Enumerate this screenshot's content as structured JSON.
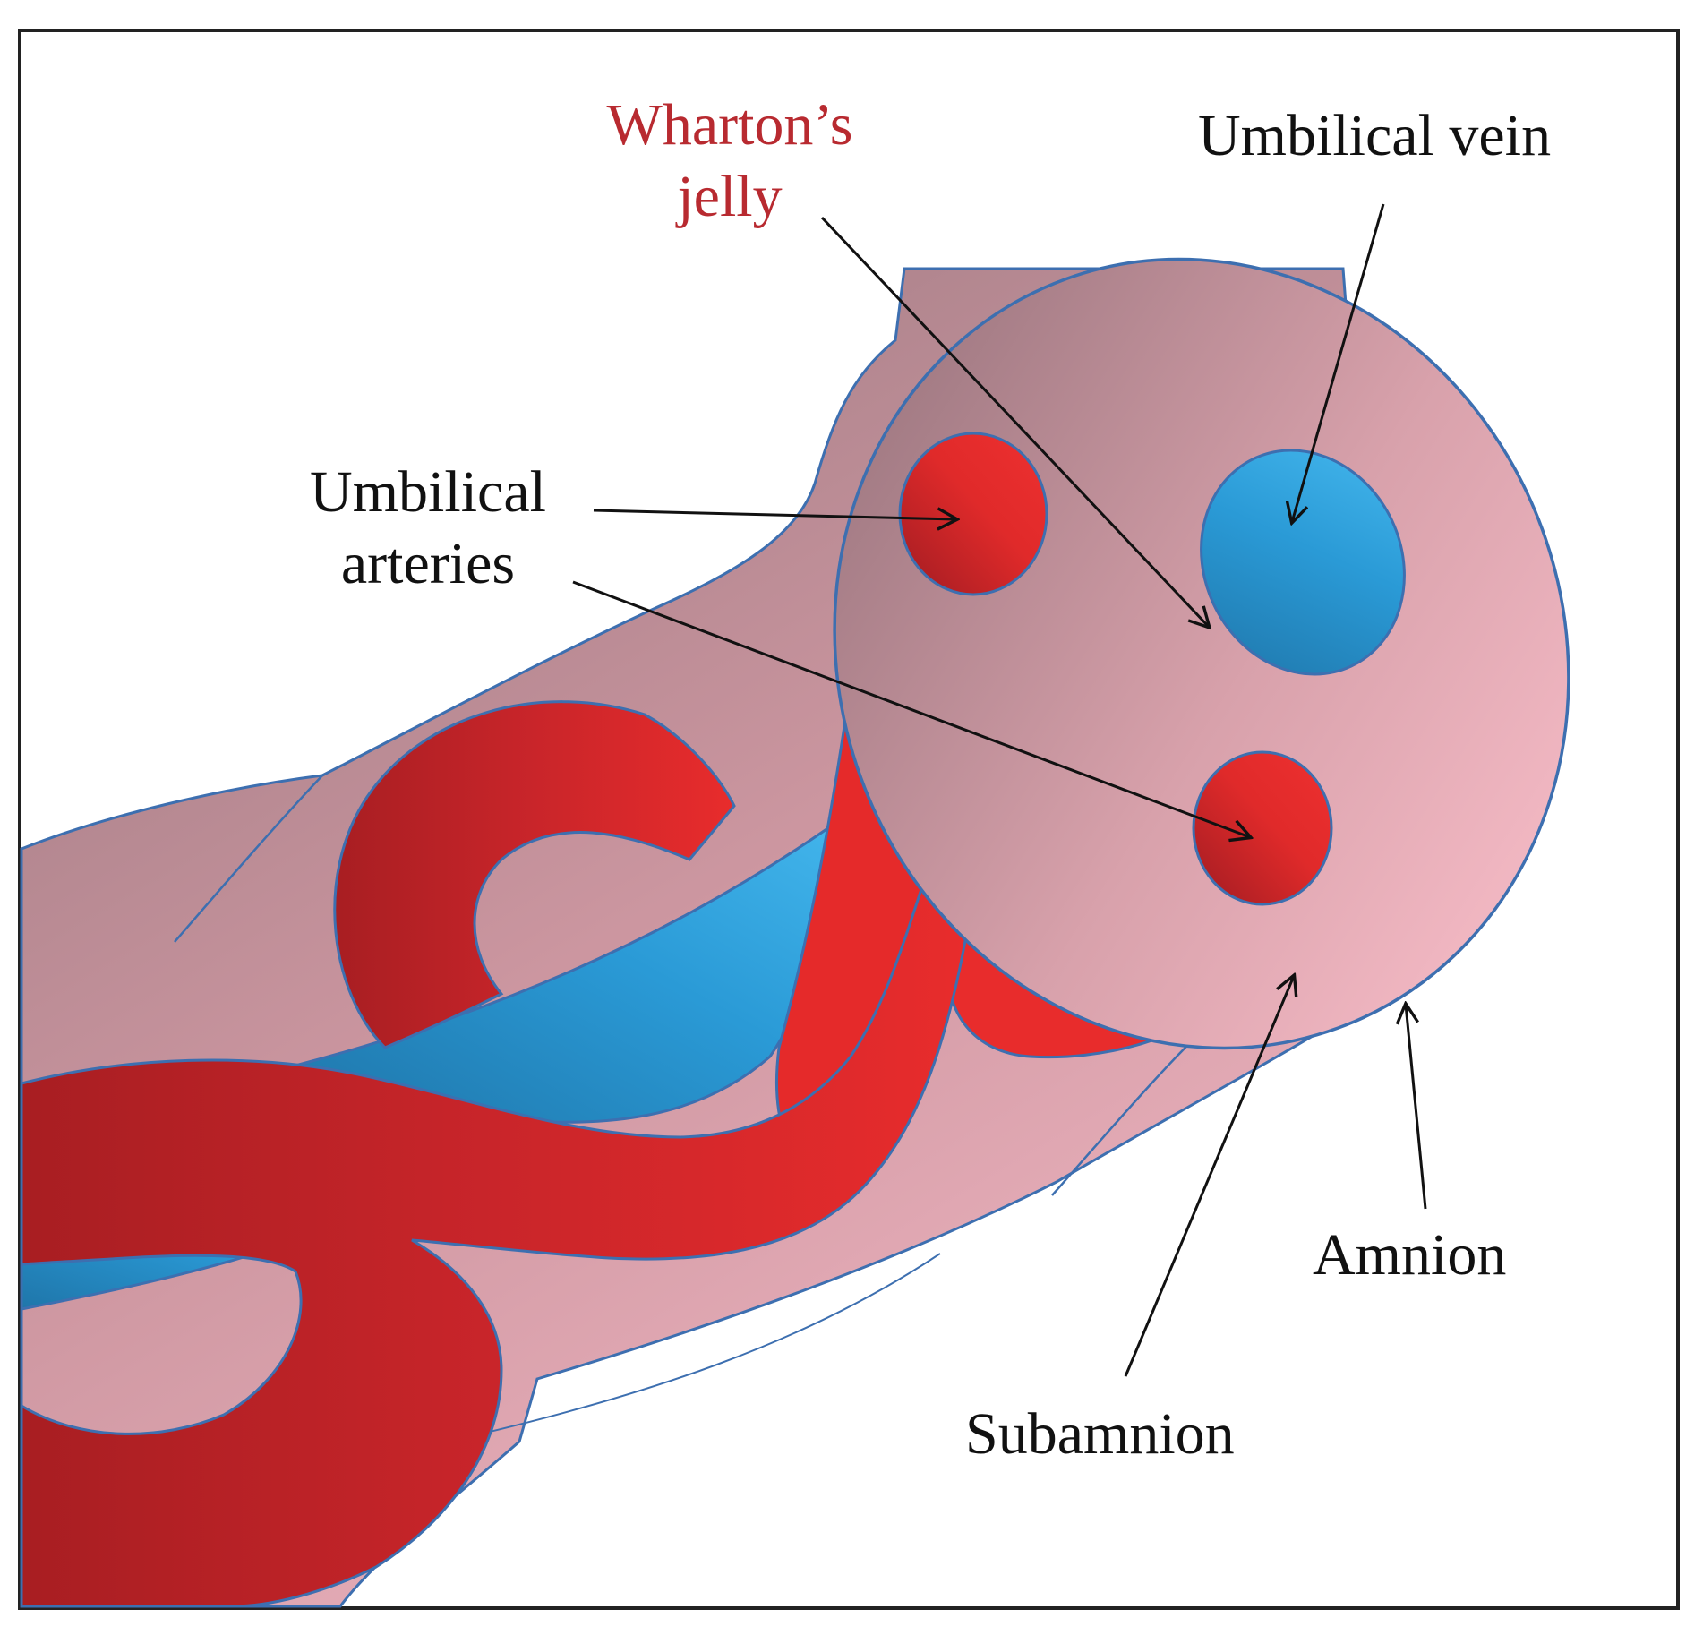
{
  "labels": {
    "whartons_jelly": {
      "line1": "Wharton’s",
      "line2": "jelly"
    },
    "umbilical_vein": "Umbilical vein",
    "umbilical_arteries": {
      "line1": "Umbilical",
      "line2": "arteries"
    },
    "amnion": "Amnion",
    "subamnion": "Subamnion"
  },
  "colors": {
    "whartons_jelly_label": "#b82a30",
    "artery_red": "#e52a2a",
    "artery_dark": "#a81e22",
    "vein_blue": "#2a8cc8",
    "vein_light": "#3db0e8",
    "tissue_pink_dark": "#9e7880",
    "tissue_pink_light": "#f4b8c4",
    "outline": "#3d6fb0",
    "arrow": "#111111"
  }
}
